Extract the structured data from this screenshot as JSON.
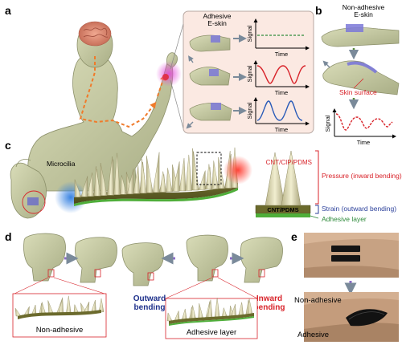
{
  "panels": {
    "a": {
      "letter": "a",
      "adhesive_label": "Adhesive\nE-skin",
      "signal_label": "Signal",
      "time_label": "Time",
      "colors": {
        "flat": "#2d8a3a",
        "red": "#d8232a",
        "blue": "#2a5bb8"
      }
    },
    "b": {
      "letter": "b",
      "nonadhesive_label": "Non-adhesive\nE-skin",
      "skin_surface": "Skin surface",
      "signal_label": "Signal",
      "time_label": "Time"
    },
    "c": {
      "letter": "c",
      "microcilia": "Microcilia",
      "cnt_cip": "CNT/CIP/PDMS",
      "pressure": "Pressure (inward bending)",
      "cnt_pdms": "CNT/PDMS",
      "strain": "Strain (outward bending)",
      "adhesive_layer": "Adhesive layer",
      "colors": {
        "pressure": "#d8232a",
        "strain": "#2a3f9a",
        "adhesive": "#2d8a3a"
      }
    },
    "d": {
      "letter": "d",
      "non_adhesive": "Non-adhesive",
      "adhesive_layer": "Adhesive layer",
      "outward": "Outward\nbending",
      "inward": "Inward\nbending",
      "colors": {
        "outward": "#1c2f8a",
        "inward": "#d8232a"
      }
    },
    "e": {
      "letter": "e",
      "non_adhesive": "Non-adhesive",
      "adhesive": "Adhesive"
    }
  }
}
